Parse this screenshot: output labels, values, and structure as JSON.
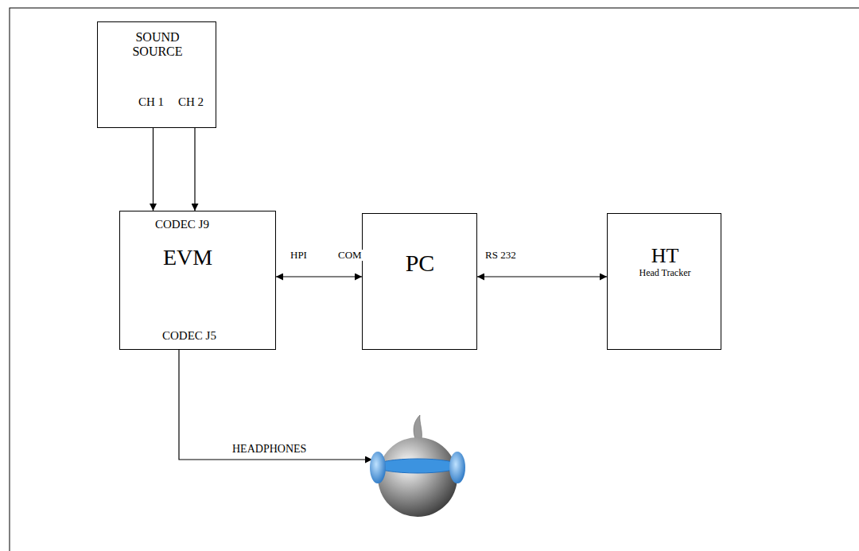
{
  "diagram": {
    "nodes": [
      {
        "text": [
          "SOUND SOURCE",
          "CH 1",
          "CH 2"
        ]
      },
      {
        "text": [
          "CODEC J9",
          "EVM",
          "CODEC J5"
        ]
      },
      {
        "text": [
          "PC"
        ]
      },
      {
        "text": [
          "HT",
          "Head Tracker"
        ]
      }
    ],
    "edges": [
      {
        "from": 0,
        "to": 1,
        "arrow": "to"
      },
      {
        "from": 0,
        "to": 1,
        "arrow": "to"
      },
      {
        "from": 1,
        "to": 2,
        "arrow": "both"
      },
      {
        "from": 2,
        "to": 3,
        "label": "RS 232",
        "arrow": "both"
      }
    ],
    "labels": [
      "HPI",
      "COM",
      "HEADPHONES"
    ]
  }
}
